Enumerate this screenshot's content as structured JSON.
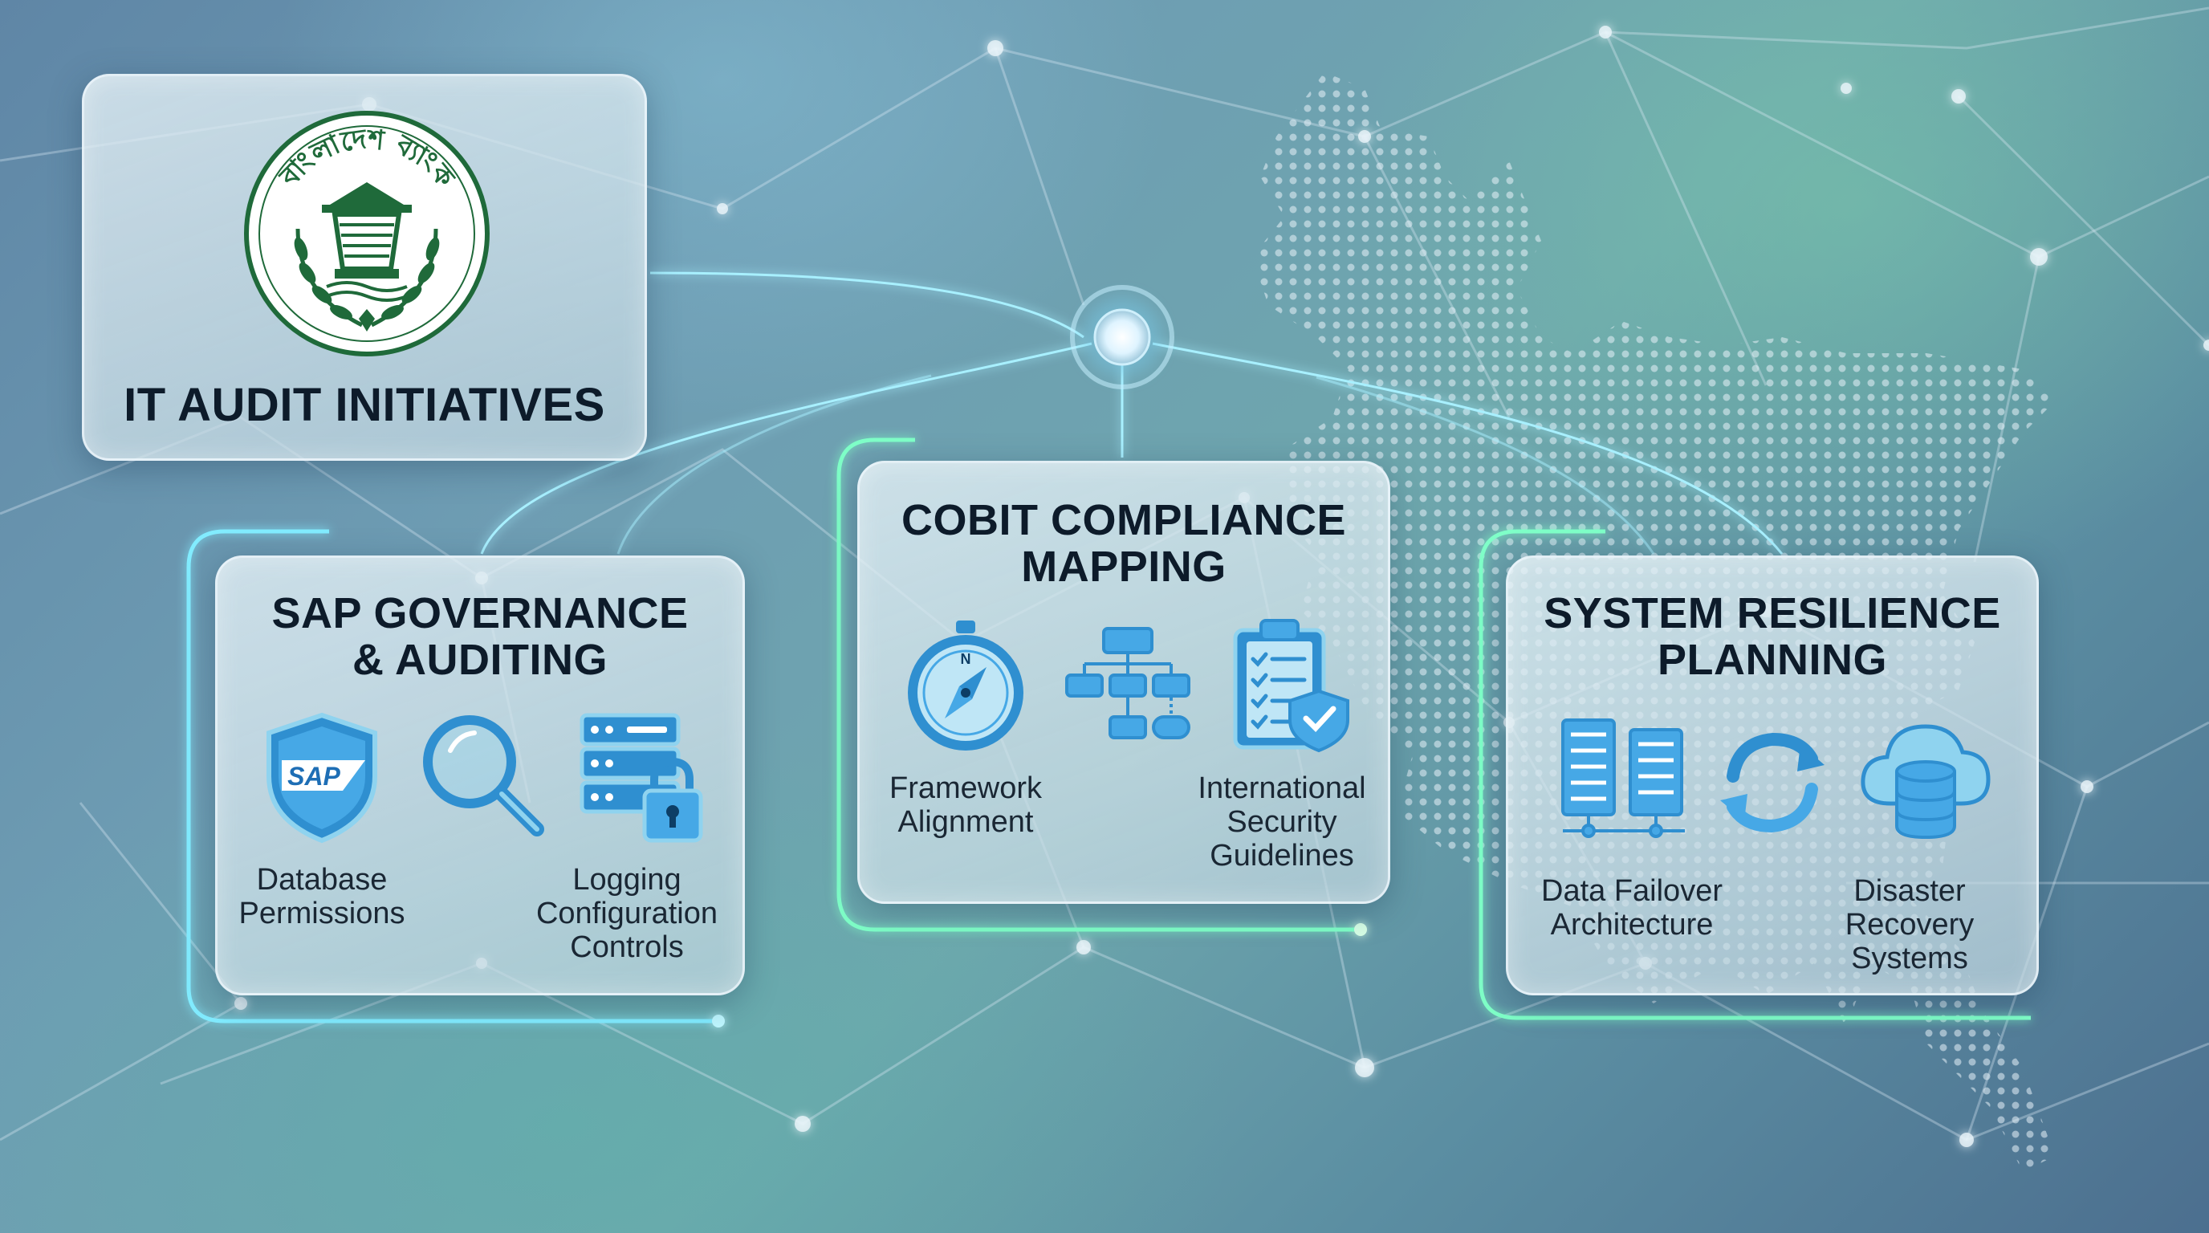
{
  "header": {
    "title": "IT AUDIT INITIATIVES",
    "seal_text": "বাংলাদেশ ব্যাংক"
  },
  "cards": [
    {
      "title_line1": "SAP GOVERNANCE",
      "title_line2": "& AUDITING",
      "icons": [
        "sap-shield-icon",
        "magnifier-icon",
        "server-lock-icon"
      ],
      "labels": [
        {
          "lines": [
            "Database",
            "Permissions"
          ]
        },
        {
          "lines": [
            "Logging",
            "Configuration",
            "Controls"
          ]
        }
      ]
    },
    {
      "title_line1": "COBIT COMPLIANCE",
      "title_line2": "MAPPING",
      "icons": [
        "compass-icon",
        "org-chart-icon",
        "clipboard-shield-icon"
      ],
      "labels": [
        {
          "lines": [
            "Framework",
            "Alignment"
          ]
        },
        {
          "lines": [
            "International",
            "Security",
            "Guidelines"
          ]
        }
      ]
    },
    {
      "title_line1": "SYSTEM RESILIENCE",
      "title_line2": "PLANNING",
      "icons": [
        "server-rack-icon",
        "sync-icon",
        "cloud-database-icon"
      ],
      "labels": [
        {
          "lines": [
            "Data Failover",
            "Architecture"
          ]
        },
        {
          "lines": [
            "Disaster",
            "Recovery",
            "Systems"
          ]
        }
      ]
    }
  ],
  "sap_badge": "SAP",
  "compass_letter": "N",
  "colors": {
    "icon_blue": "#2f8fd0",
    "icon_light": "#8fd3ef",
    "glow": "#7fe8ff",
    "seal_green": "#1f6a3a",
    "title": "#0d1b2a"
  }
}
